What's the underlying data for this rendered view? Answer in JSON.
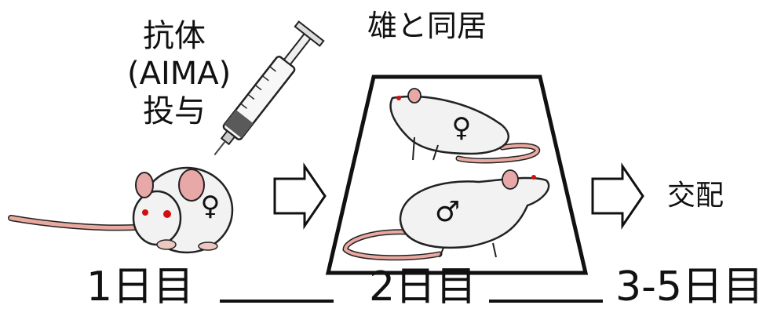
{
  "step1": {
    "line1": "抗体",
    "line2": "(AIMA)",
    "line3": "投与"
  },
  "cohabitation_label": "雄と同居",
  "mating_label": "交配",
  "timeline": {
    "day1": "1日目",
    "day2": "2日目",
    "day3": "3-5日目"
  },
  "symbols": {
    "female": "♀",
    "male": "♂"
  },
  "colors": {
    "rat_body": "#f2f2f2",
    "outline": "#222222",
    "ear_inner": "#e8a8a8",
    "tail": "#e9a8a0",
    "eye": "#d01010"
  }
}
